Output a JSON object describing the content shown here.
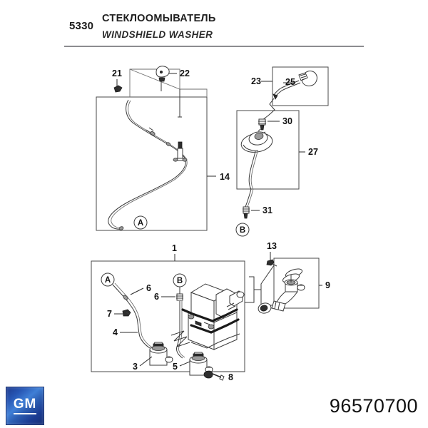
{
  "header": {
    "group_code": "5330",
    "title_ru": "СТЕКЛООМЫВАТЕЛЬ",
    "title_en": "WINDSHIELD WASHER"
  },
  "footer": {
    "brand": "GM",
    "part_number": "96570700"
  },
  "diagram": {
    "type": "exploded-parts-diagram",
    "callouts": [
      {
        "id": "A",
        "label": "A",
        "kind": "connection-reference"
      },
      {
        "id": "B",
        "label": "B",
        "kind": "connection-reference"
      }
    ],
    "items": [
      {
        "ref": "1",
        "label": "1",
        "name": "washer-reservoir-assembly"
      },
      {
        "ref": "3",
        "label": "3",
        "name": "washer-pump-front"
      },
      {
        "ref": "4",
        "label": "4",
        "name": "washer-hose"
      },
      {
        "ref": "5",
        "label": "5",
        "name": "washer-pump-rear"
      },
      {
        "ref": "6a",
        "label": "6",
        "name": "hose-connector-upper"
      },
      {
        "ref": "6b",
        "label": "6",
        "name": "hose-connector-lower"
      },
      {
        "ref": "7",
        "label": "7",
        "name": "hose-clip"
      },
      {
        "ref": "8",
        "label": "8",
        "name": "mounting-screw"
      },
      {
        "ref": "9",
        "label": "9",
        "name": "filler-neck-assembly"
      },
      {
        "ref": "13",
        "label": "13",
        "name": "filler-neck-screw"
      },
      {
        "ref": "14",
        "label": "14",
        "name": "washer-hose-assembly"
      },
      {
        "ref": "21",
        "label": "21",
        "name": "hose-clip-small"
      },
      {
        "ref": "22",
        "label": "22",
        "name": "washer-nozzle"
      },
      {
        "ref": "23",
        "label": "23",
        "name": "rear-nozzle-assembly"
      },
      {
        "ref": "25",
        "label": "25",
        "name": "rear-washer-nozzle"
      },
      {
        "ref": "27",
        "label": "27",
        "name": "rear-washer-hose-assembly"
      },
      {
        "ref": "30",
        "label": "30",
        "name": "hose-connector-rear"
      },
      {
        "ref": "31",
        "label": "31",
        "name": "hose-connector-b"
      }
    ]
  }
}
